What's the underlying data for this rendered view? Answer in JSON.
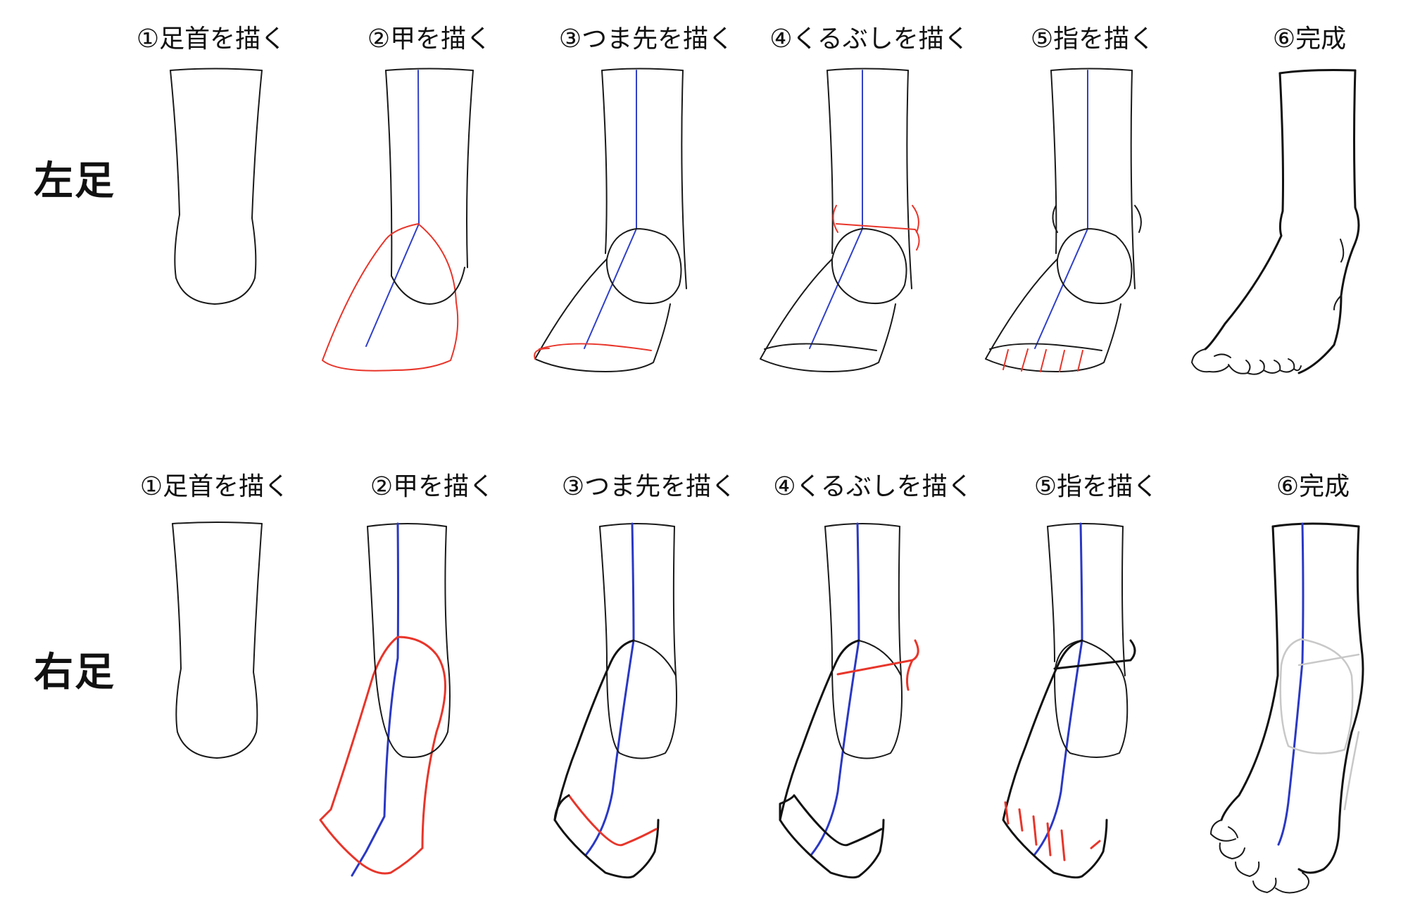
{
  "rows": [
    {
      "label": "左足",
      "steps": [
        "①足首を描く",
        "②甲を描く",
        "③つま先を描く",
        "④くるぶしを描く",
        "⑤指を描く",
        "⑥完成"
      ]
    },
    {
      "label": "右足",
      "steps": [
        "①足首を描く",
        "②甲を描く",
        "③つま先を描く",
        "④くるぶしを描く",
        "⑤指を描く",
        "⑥完成"
      ]
    }
  ],
  "colors": {
    "outline": "#1a1a1a",
    "guide_red": "#e8352a",
    "guide_blue": "#3040c8",
    "guide_gray": "#c8c8c8"
  }
}
